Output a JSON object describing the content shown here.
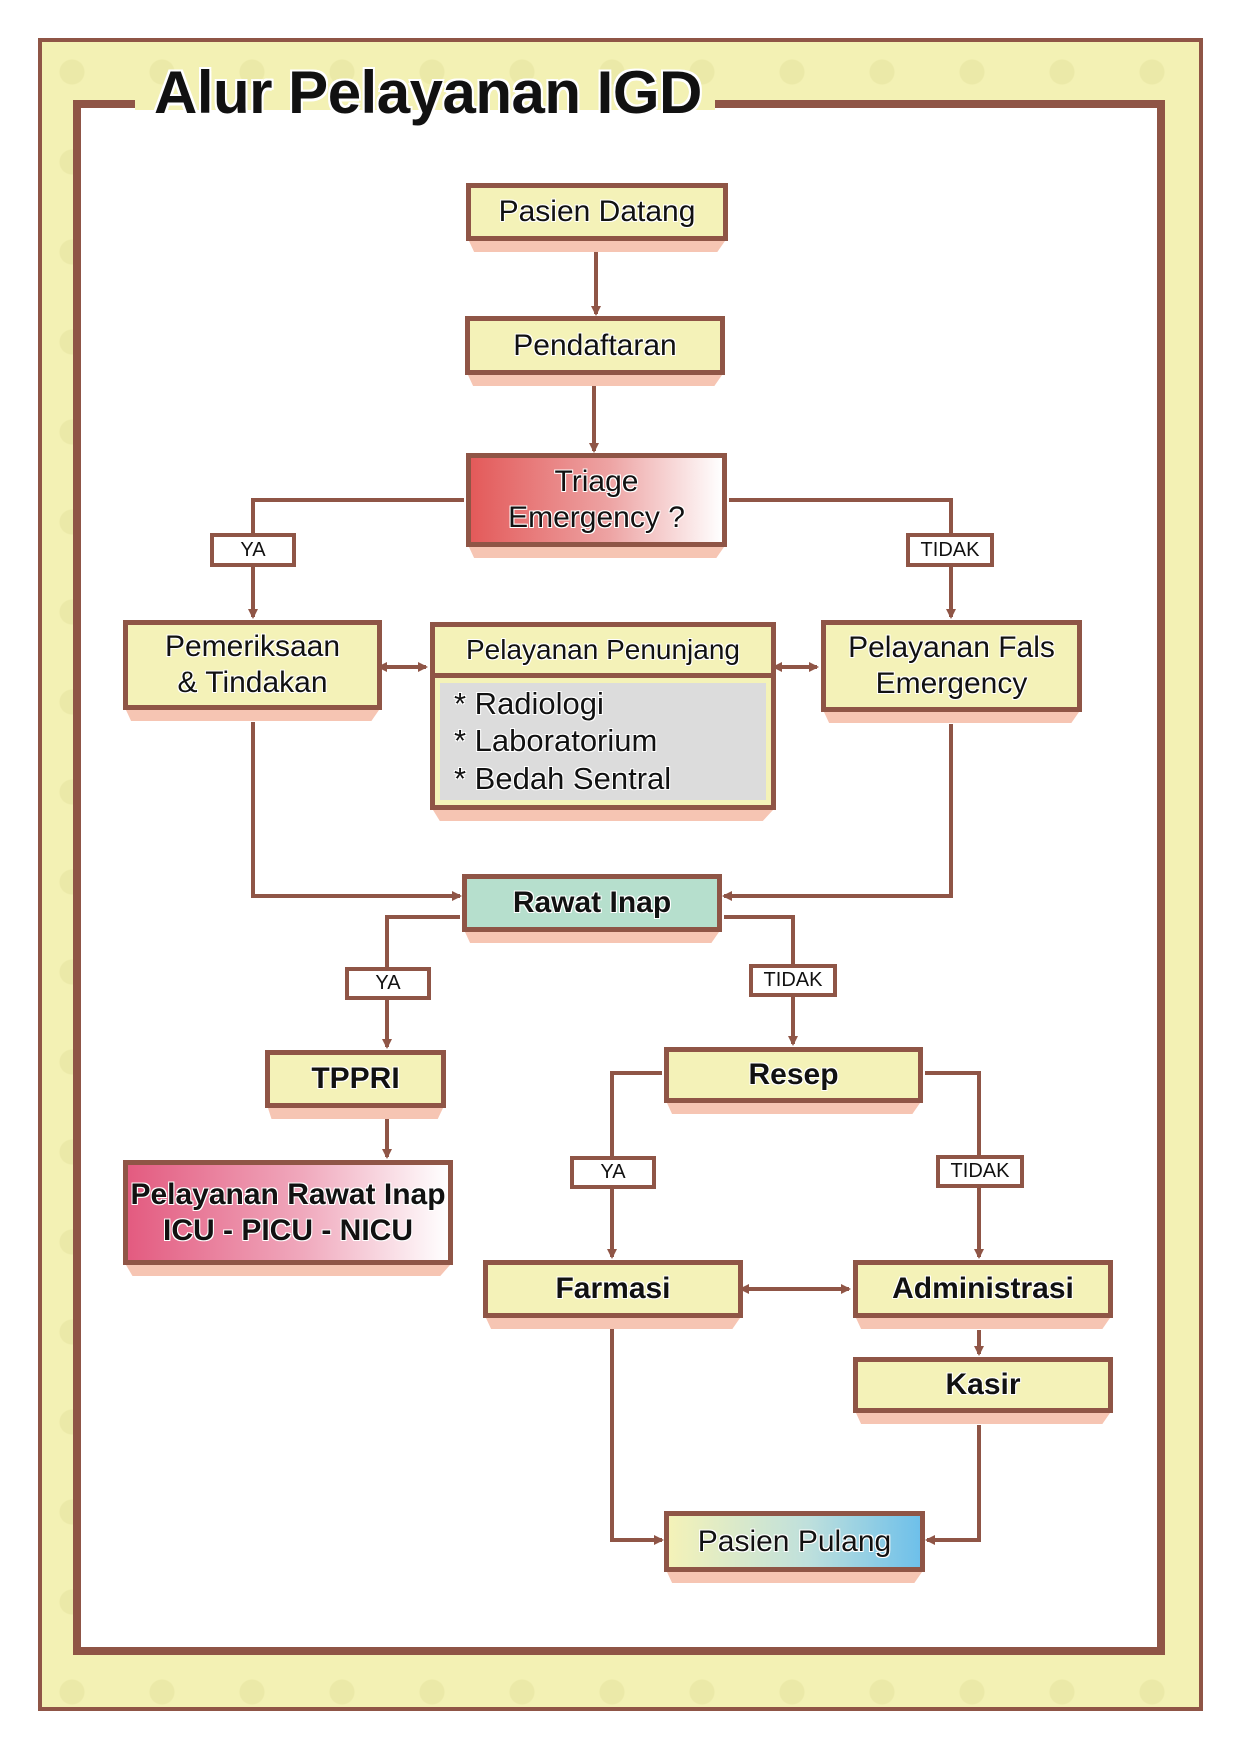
{
  "title": "Alur Pelayanan IGD",
  "colors": {
    "frame": "#8f5546",
    "border_fill": "#f3f1b4",
    "box_fill": "#f4f2b8",
    "shadow": "#f6c5b3"
  },
  "nodes": {
    "pasien_datang": "Pasien Datang",
    "pendaftaran": "Pendaftaran",
    "triage_line1": "Triage",
    "triage_line2": "Emergency ?",
    "pemeriksaan_line1": "Pemeriksaan",
    "pemeriksaan_line2": "& Tindakan",
    "penunjang_title": "Pelayanan Penunjang",
    "penunjang_items": [
      "* Radiologi",
      "* Laboratorium",
      "* Bedah Sentral"
    ],
    "fals_line1": "Pelayanan Fals",
    "fals_line2": "Emergency",
    "rawat_inap": "Rawat Inap",
    "tppri": "TPPRI",
    "icu_line1": "Pelayanan Rawat Inap",
    "icu_line2": "ICU - PICU - NICU",
    "resep": "Resep",
    "farmasi": "Farmasi",
    "administrasi": "Administrasi",
    "kasir": "Kasir",
    "pasien_pulang": "Pasien Pulang"
  },
  "labels": {
    "triage_yes": "YA",
    "triage_no": "TIDAK",
    "rawat_yes": "YA",
    "rawat_no": "TIDAK",
    "resep_yes": "YA",
    "resep_no": "TIDAK"
  }
}
